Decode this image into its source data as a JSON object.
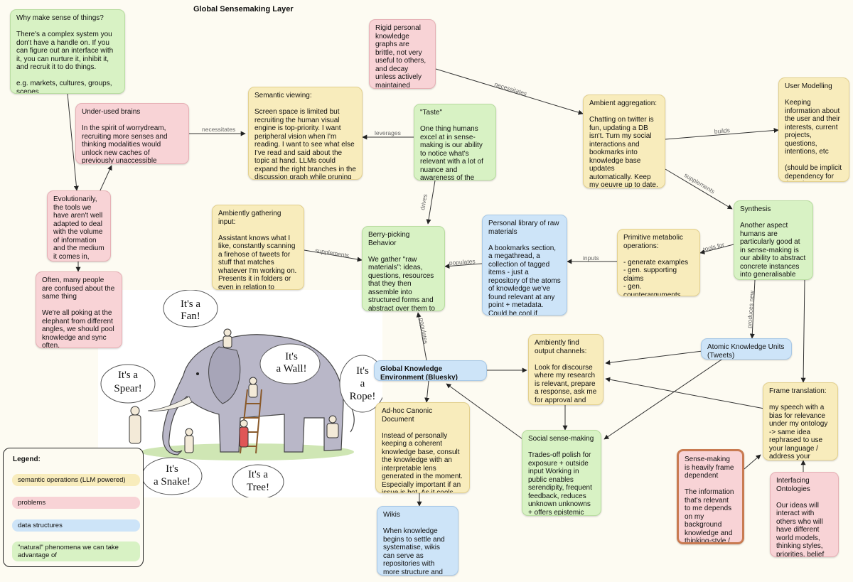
{
  "title": "Global Sensemaking Layer",
  "nodes": {
    "why": "Why make sense of things?\n\nThere's a complex system you don't have a handle on. If you can figure out an interface with it, you can nurture it, inhibit it, and recruit it to do things.\n\ne.g. markets, cultures, groups, scenes",
    "underused": "Under-used brains\n\nIn the spirit of worrydream, recruiting more senses and thinking modalities would unlock new caches of previously unaccessible relevance signals.",
    "evolution": "Evolutionarily, the tools we have aren't well adapted to deal with the volume of information and the medium it comes in,",
    "confused": "Often, many people are confused about the same thing\n\nWe're all poking at the elephant from different angles, we should pool knowledge and sync often.",
    "semantic": "Semantic viewing:\n\nScreen space is limited but recruiting the human visual engine is top-priority. I want peripheral vision when I'm reading. I want to see what else I've read and said about the topic at hand. LLMs could expand the right branches in the discussion graph while pruning irrelevant interactions.",
    "rigid": "Rigid personal knowledge graphs are brittle, not very useful to others, and decay unless actively maintained",
    "taste": "\"Taste\"\n\nOne thing humans excel at in sense-making is our ability to notice what's relevant with a lot of nuance and awareness of the system.",
    "ambient_agg": "Ambient aggregation:\n\nChatting on twitter is fun, updating a DB isn't. Turn my social interactions and bookmarks into knowledge base updates automatically. Keep my oeuvre up to date. Be my bard.",
    "user_model": "User Modelling\n\nKeeping information about the user and their interests, current projects, questions, intentions, etc\n\n(should be implicit dependency for the other LLM ops)",
    "ambient_input": "Ambiently gathering input:\n\nAssistant knows what I like, constantly scanning a firehose of tweets for stuff that matches whatever I'm working on. Presents it in folders or even in relation to specific points of my research.",
    "berry": "Berry-picking Behavior\n\nWe gather \"raw materials\": ideas, questions, resources that they then assemble into structured forms and abstract over them to develop systems.",
    "library": "Personal library of raw materials\n\nA bookmarks section, a megathread, a collection of tagged items - just a repository of the atoms of knowledge we've found relevant at any point + metadata. Could be cool if indexed to GKE.",
    "primitive": "Primitive metabolic operations:\n\n- generate examples\n- gen. supporting claims\n- gen. counterarguments\n- abstract over examples\n- ask questions",
    "synthesis": "Synthesis\n\nAnother aspect humans are particularly good at in sense-making is our ability to abstract concrete instances into generalisable principles.",
    "find_output": "Ambiently find output channels:\n\nLook for discourse where my research is relevant, prepare a response, ask me for approval and edits",
    "atomic": "Atomic Knowledge Units (Tweets)",
    "gke": "Global Knowledge Environment (Bluesky)",
    "adhoc": "Ad-hoc Canonic Document\n\nInstead of personally keeping a coherent knowledge base, consult the knowledge with an interpretable lens generated in the moment. Especially important if an issue is hot. As it cools, move to more permanent format.",
    "social": "Social sense-making\n\nTrades-off polish for exposure + outside input Working in public enables serendipity, frequent feedback, reduces unknown unknowns + offers epistemic transparency",
    "frame_trans": "Frame translation:\n\nmy speech with a bias for relevance under my ontology -> same idea rephrased to use your language / address your problems",
    "frame_dep": "Sense-making is heavily frame dependent\n\nThe information that's relevant to me depends on my background knowledge and thinking-style / world-model",
    "wikis": "Wikis\n\nWhen knowledge begins to settle and systematise, wikis can serve as repositories with more structure and democratic curation.",
    "interfacing": "Interfacing Ontologies\n\nOur ideas will interact with others who will have different world models, thinking styles, priorities, belief systems."
  },
  "edge_labels": {
    "necessitates1": "necessitates",
    "leverages": "leverages",
    "necessitates2": "necessitates",
    "builds": "builds",
    "supplements1": "supplements",
    "drives": "drives",
    "supplements2": "supplements",
    "populates1": "populates",
    "inputs": "inputs",
    "tools_for": "tools for",
    "produces_new": "produces new",
    "populates2": "populates"
  },
  "illustration": {
    "fan": [
      "It's a",
      "Fan!"
    ],
    "wall": [
      "It's",
      "a Wall!"
    ],
    "spear": [
      "It's a",
      "Spear!"
    ],
    "rope": [
      "It's",
      "a",
      "Rope!"
    ],
    "snake": [
      "It's",
      "a Snake!"
    ],
    "tree": [
      "It's a",
      "Tree!"
    ]
  },
  "legend": {
    "title": "Legend:",
    "items": [
      {
        "label": "semantic operations (LLM powered)",
        "color": "#f8ecbc"
      },
      {
        "label": "problems",
        "color": "#f8d3d6"
      },
      {
        "label": "data structures",
        "color": "#cde4f8"
      },
      {
        "label": "\"natural\" phenomena we can take advantage of",
        "color": "#d8f2c4"
      }
    ]
  },
  "colors": {
    "green": "#d8f2c4",
    "pink": "#f8d3d6",
    "yellow": "#f8ecbc",
    "blue": "#cde4f8",
    "frame_border": "#c97b52"
  }
}
